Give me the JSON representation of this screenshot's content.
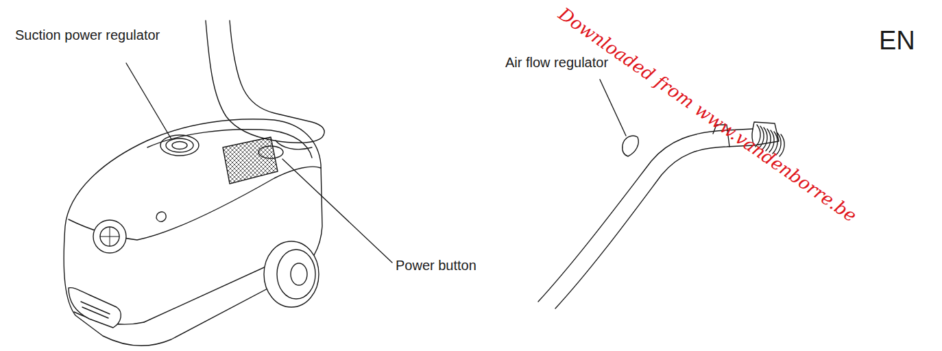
{
  "diagram": {
    "labels": [
      "Suction power regulator",
      "Power button",
      "Air flow regulator",
      "Downloaded from www.vandenborre.be",
      "EN"
    ]
  }
}
